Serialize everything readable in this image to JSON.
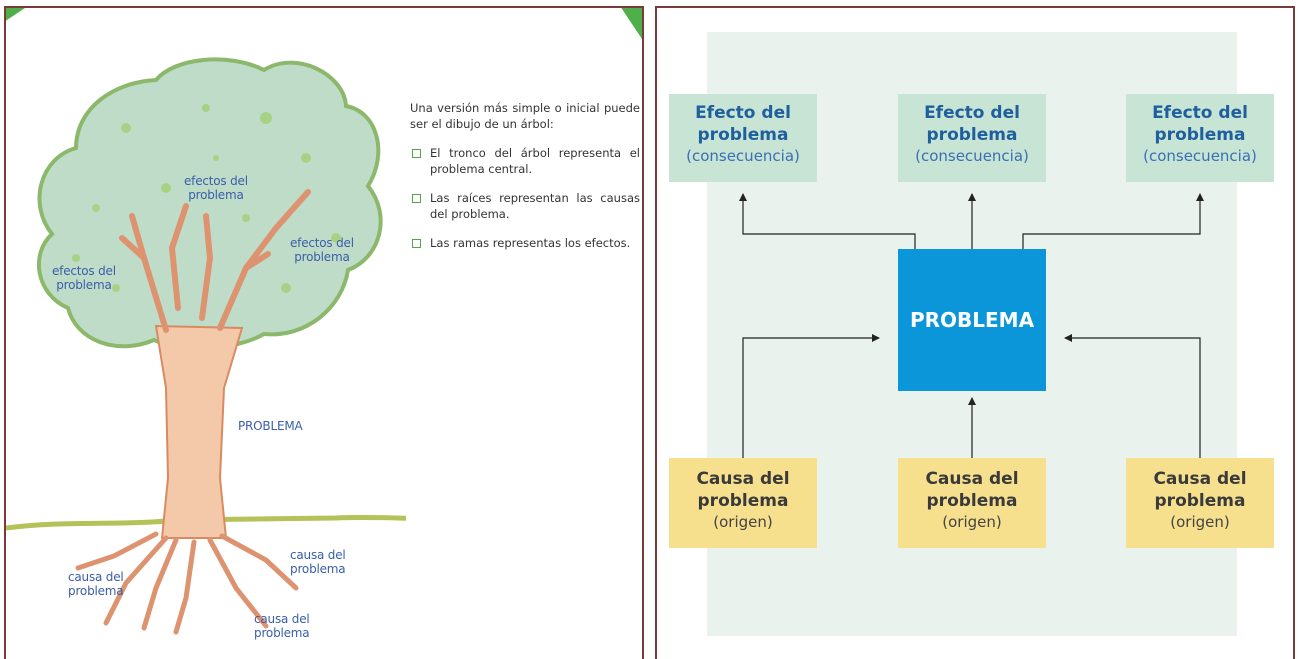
{
  "tree_labels": {
    "effects_top": "efectos del\nproblema",
    "effects_right": "efectos del\nproblema",
    "effects_left": "efectos del\nproblema",
    "problem": "PROBLEMA",
    "cause_left": "causa del\nproblema",
    "cause_right": "causa del\nproblema",
    "cause_bottom": "causa del\nproblema"
  },
  "description": {
    "intro": "Una versión más simple o inicial puede ser el dibujo de un árbol:",
    "bullets": [
      "El tronco del árbol representa el problema central.",
      "Las raíces representan las causas del problema.",
      "Las ramas representas los efectos."
    ]
  },
  "diagram": {
    "effects": [
      {
        "title": "Efecto del problema",
        "subtitle": "(consecuencia)"
      },
      {
        "title": "Efecto del problema",
        "subtitle": "(consecuencia)"
      },
      {
        "title": "Efecto del problema",
        "subtitle": "(consecuencia)"
      }
    ],
    "center": "PROBLEMA",
    "causes": [
      {
        "title": "Causa del problema",
        "subtitle": "(origen)"
      },
      {
        "title": "Causa del problema",
        "subtitle": "(origen)"
      },
      {
        "title": "Causa del problema",
        "subtitle": "(origen)"
      }
    ]
  },
  "colors": {
    "effect_box": "#c7e4d4",
    "cause_box": "#f6e08e",
    "problem_box": "#0a96d8",
    "background_area": "#e9f2ec",
    "frame": "#7b3a3a",
    "label_blue": "#3a5ea8"
  }
}
